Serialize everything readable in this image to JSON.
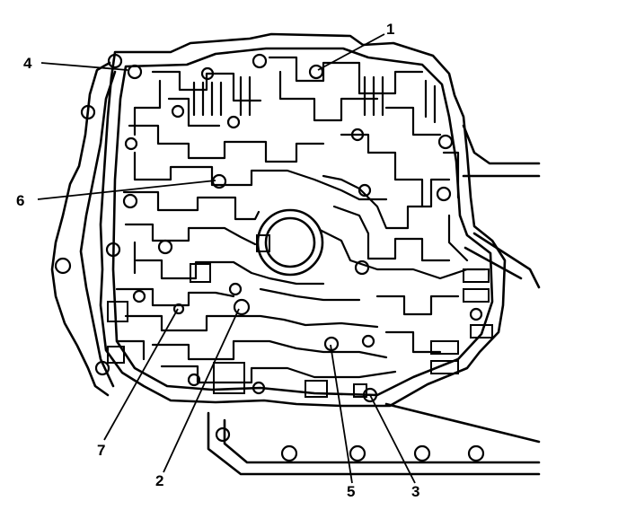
{
  "figure": {
    "ink_color": "#000000",
    "background_color": "#ffffff",
    "callouts": [
      {
        "id": "1",
        "label": "1"
      },
      {
        "id": "2",
        "label": "2"
      },
      {
        "id": "3",
        "label": "3"
      },
      {
        "id": "4",
        "label": "4"
      },
      {
        "id": "5",
        "label": "5"
      },
      {
        "id": "6",
        "label": "6"
      },
      {
        "id": "7",
        "label": "7"
      }
    ]
  }
}
